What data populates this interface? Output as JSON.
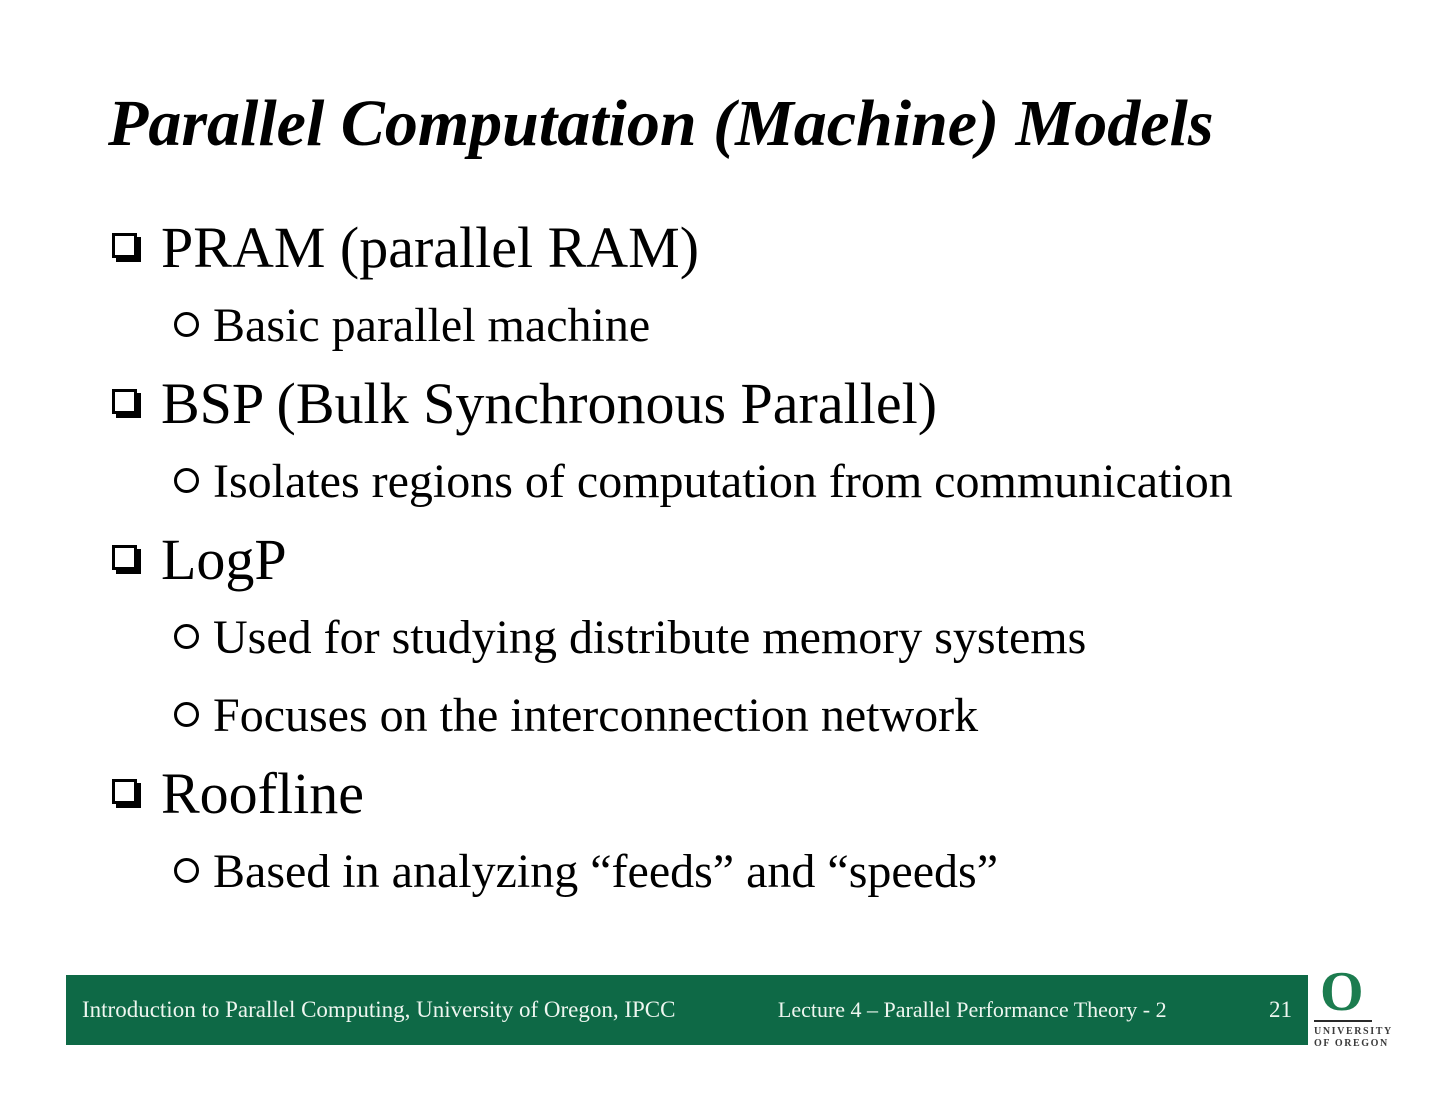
{
  "slide": {
    "title": "Parallel Computation (Machine) Models",
    "bullets": [
      {
        "level": 1,
        "text": "PRAM (parallel RAM)"
      },
      {
        "level": 2,
        "text": "Basic parallel machine"
      },
      {
        "level": 1,
        "text": "BSP (Bulk Synchronous Parallel)"
      },
      {
        "level": 2,
        "text": "Isolates regions of computation from communication"
      },
      {
        "level": 1,
        "text": "LogP"
      },
      {
        "level": 2,
        "text": "Used for studying distribute memory systems"
      },
      {
        "level": 2,
        "text": "Focuses on the interconnection network"
      },
      {
        "level": 1,
        "text": "Roofline"
      },
      {
        "level": 2,
        "text": "Based in analyzing “feeds” and “speeds”"
      }
    ]
  },
  "footer": {
    "left_text": "Introduction to Parallel Computing, University of Oregon, IPCC",
    "lecture_text": "Lecture 4 – Parallel Performance Theory - 2",
    "page_number": "21"
  },
  "logo": {
    "letter": "O",
    "name_line1": "UNIVERSITY",
    "name_line2": "OF OREGON"
  },
  "colors": {
    "footer_bar_green": "#0e6946",
    "footer_text": "#eef6f0",
    "logo_green": "#1c7c4f",
    "body_text": "#000000",
    "background": "#ffffff"
  }
}
